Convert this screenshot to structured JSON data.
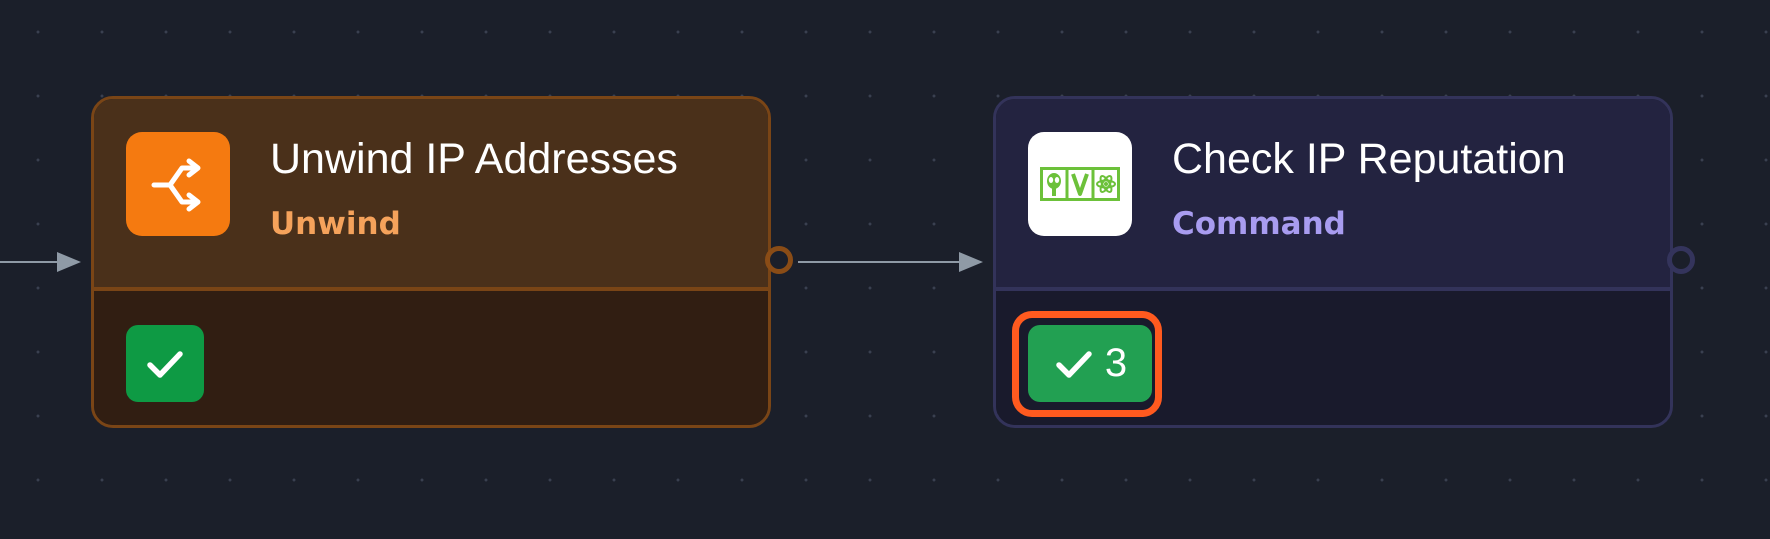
{
  "workflow": {
    "nodes": [
      {
        "id": "unwind",
        "title": "Unwind IP Addresses",
        "type_label": "Unwind",
        "icon": "split-arrows-icon",
        "accent_color": "#f57a10",
        "status": "success",
        "status_icon": "checkmark-icon"
      },
      {
        "id": "command",
        "title": "Check IP Reputation",
        "type_label": "Command",
        "icon": "alienvault-otx-logo-icon",
        "accent_color": "#a89cf0",
        "status": "success",
        "status_icon": "checkmark-icon",
        "status_count": "3",
        "selected": true
      }
    ]
  },
  "colors": {
    "background": "#1b1f2a",
    "edge": "#8f9aa6",
    "success": "#0e9a44",
    "selection": "#ff5a1f"
  }
}
